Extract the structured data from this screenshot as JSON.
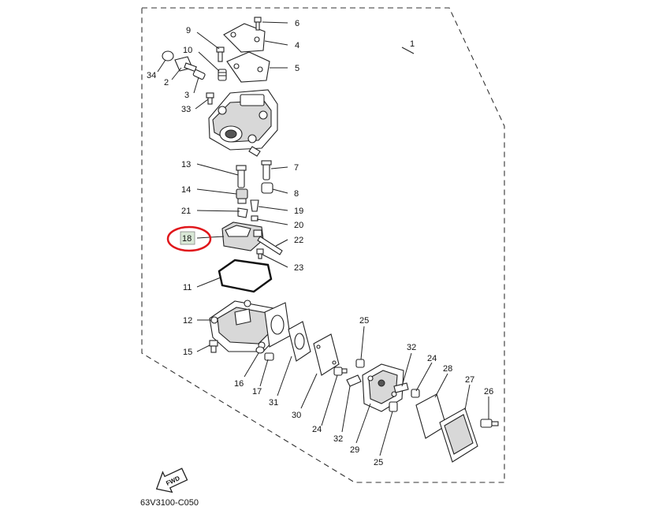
{
  "callouts": {
    "c1": "1",
    "c2": "2",
    "c3": "3",
    "c4": "4",
    "c5": "5",
    "c6": "6",
    "c7": "7",
    "c8": "8",
    "c9": "9",
    "c10": "10",
    "c11": "11",
    "c12": "12",
    "c13": "13",
    "c14": "14",
    "c15": "15",
    "c16": "16",
    "c17": "17",
    "c18": "18",
    "c19": "19",
    "c20": "20",
    "c21": "21",
    "c22": "22",
    "c23": "23",
    "c24a": "24",
    "c24b": "24",
    "c25a": "25",
    "c25b": "25",
    "c26": "26",
    "c27": "27",
    "c28": "28",
    "c29": "29",
    "c30": "30",
    "c31": "31",
    "c32a": "32",
    "c32b": "32",
    "c33": "33",
    "c34": "34"
  },
  "fwd_label": "FWD",
  "drawing_code": "63V3100-C050",
  "highlight_color": "#e0161b"
}
